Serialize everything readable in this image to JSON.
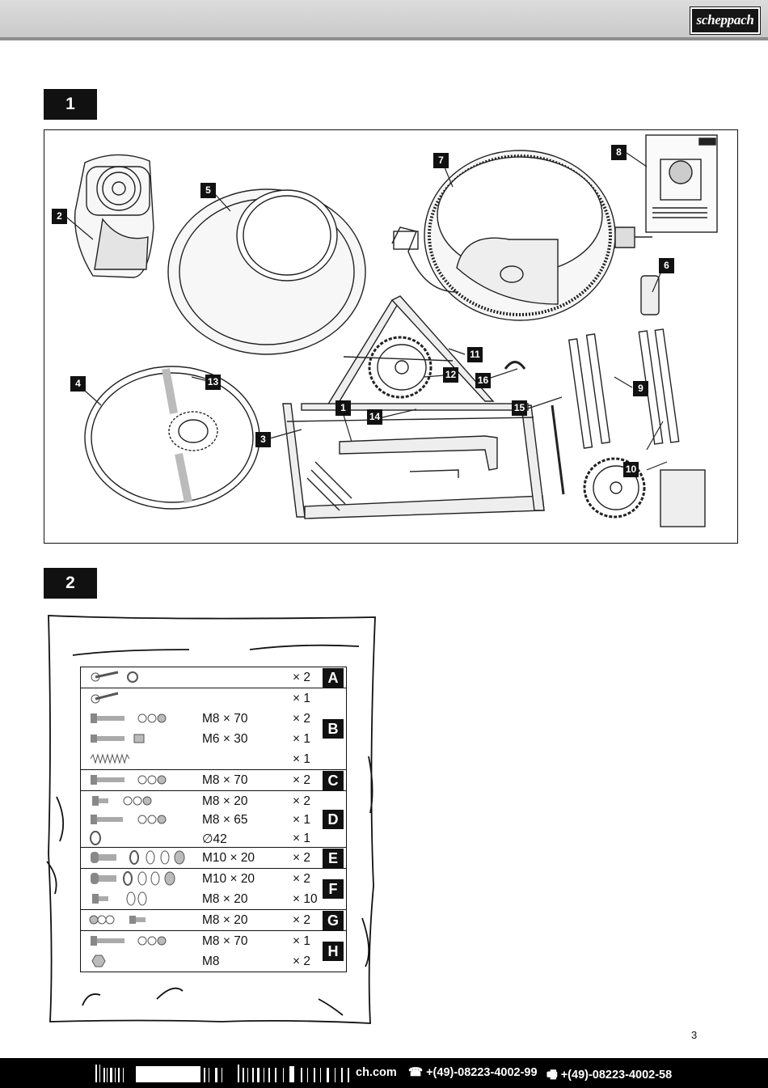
{
  "header": {
    "brand": "scheppach"
  },
  "section1": {
    "label": "1"
  },
  "section2": {
    "label": "2"
  },
  "callouts": [
    "1",
    "2",
    "3",
    "4",
    "5",
    "6",
    "7",
    "8",
    "9",
    "10",
    "11",
    "12",
    "13",
    "14",
    "15",
    "16"
  ],
  "parts_groups": [
    {
      "letter": "A",
      "rows": [
        {
          "spec": "",
          "qty": "× 2"
        }
      ]
    },
    {
      "letter": "B",
      "rows": [
        {
          "spec": "",
          "qty": "× 1"
        },
        {
          "spec": "M8 × 70",
          "qty": "× 2"
        },
        {
          "spec": "M6 × 30",
          "qty": "× 1"
        },
        {
          "spec": "",
          "qty": "× 1"
        }
      ]
    },
    {
      "letter": "C",
      "rows": [
        {
          "spec": "M8 × 70",
          "qty": "× 2"
        }
      ]
    },
    {
      "letter": "D",
      "rows": [
        {
          "spec": "M8 × 20",
          "qty": "× 2"
        },
        {
          "spec": "M8 × 65",
          "qty": "× 1"
        },
        {
          "spec": "∅42",
          "qty": "× 1"
        }
      ]
    },
    {
      "letter": "E",
      "rows": [
        {
          "spec": "M10 × 20",
          "qty": "× 2"
        }
      ]
    },
    {
      "letter": "F",
      "rows": [
        {
          "spec": "M10 × 20",
          "qty": "× 2"
        },
        {
          "spec": "M8 × 20",
          "qty": "× 10"
        }
      ]
    },
    {
      "letter": "G",
      "rows": [
        {
          "spec": "M8 × 20",
          "qty": "× 2"
        }
      ]
    },
    {
      "letter": "H",
      "rows": [
        {
          "spec": "M8 × 70",
          "qty": "× 1"
        },
        {
          "spec": "M8",
          "qty": "× 2"
        }
      ]
    }
  ],
  "page_number": "3",
  "footer": {
    "url_fragment": "ch.com",
    "phone": "+(49)-08223-4002-99",
    "fax": "+(49)-08223-4002-58",
    "phone_icon": "phone-icon",
    "fax_icon": "fax-icon"
  }
}
